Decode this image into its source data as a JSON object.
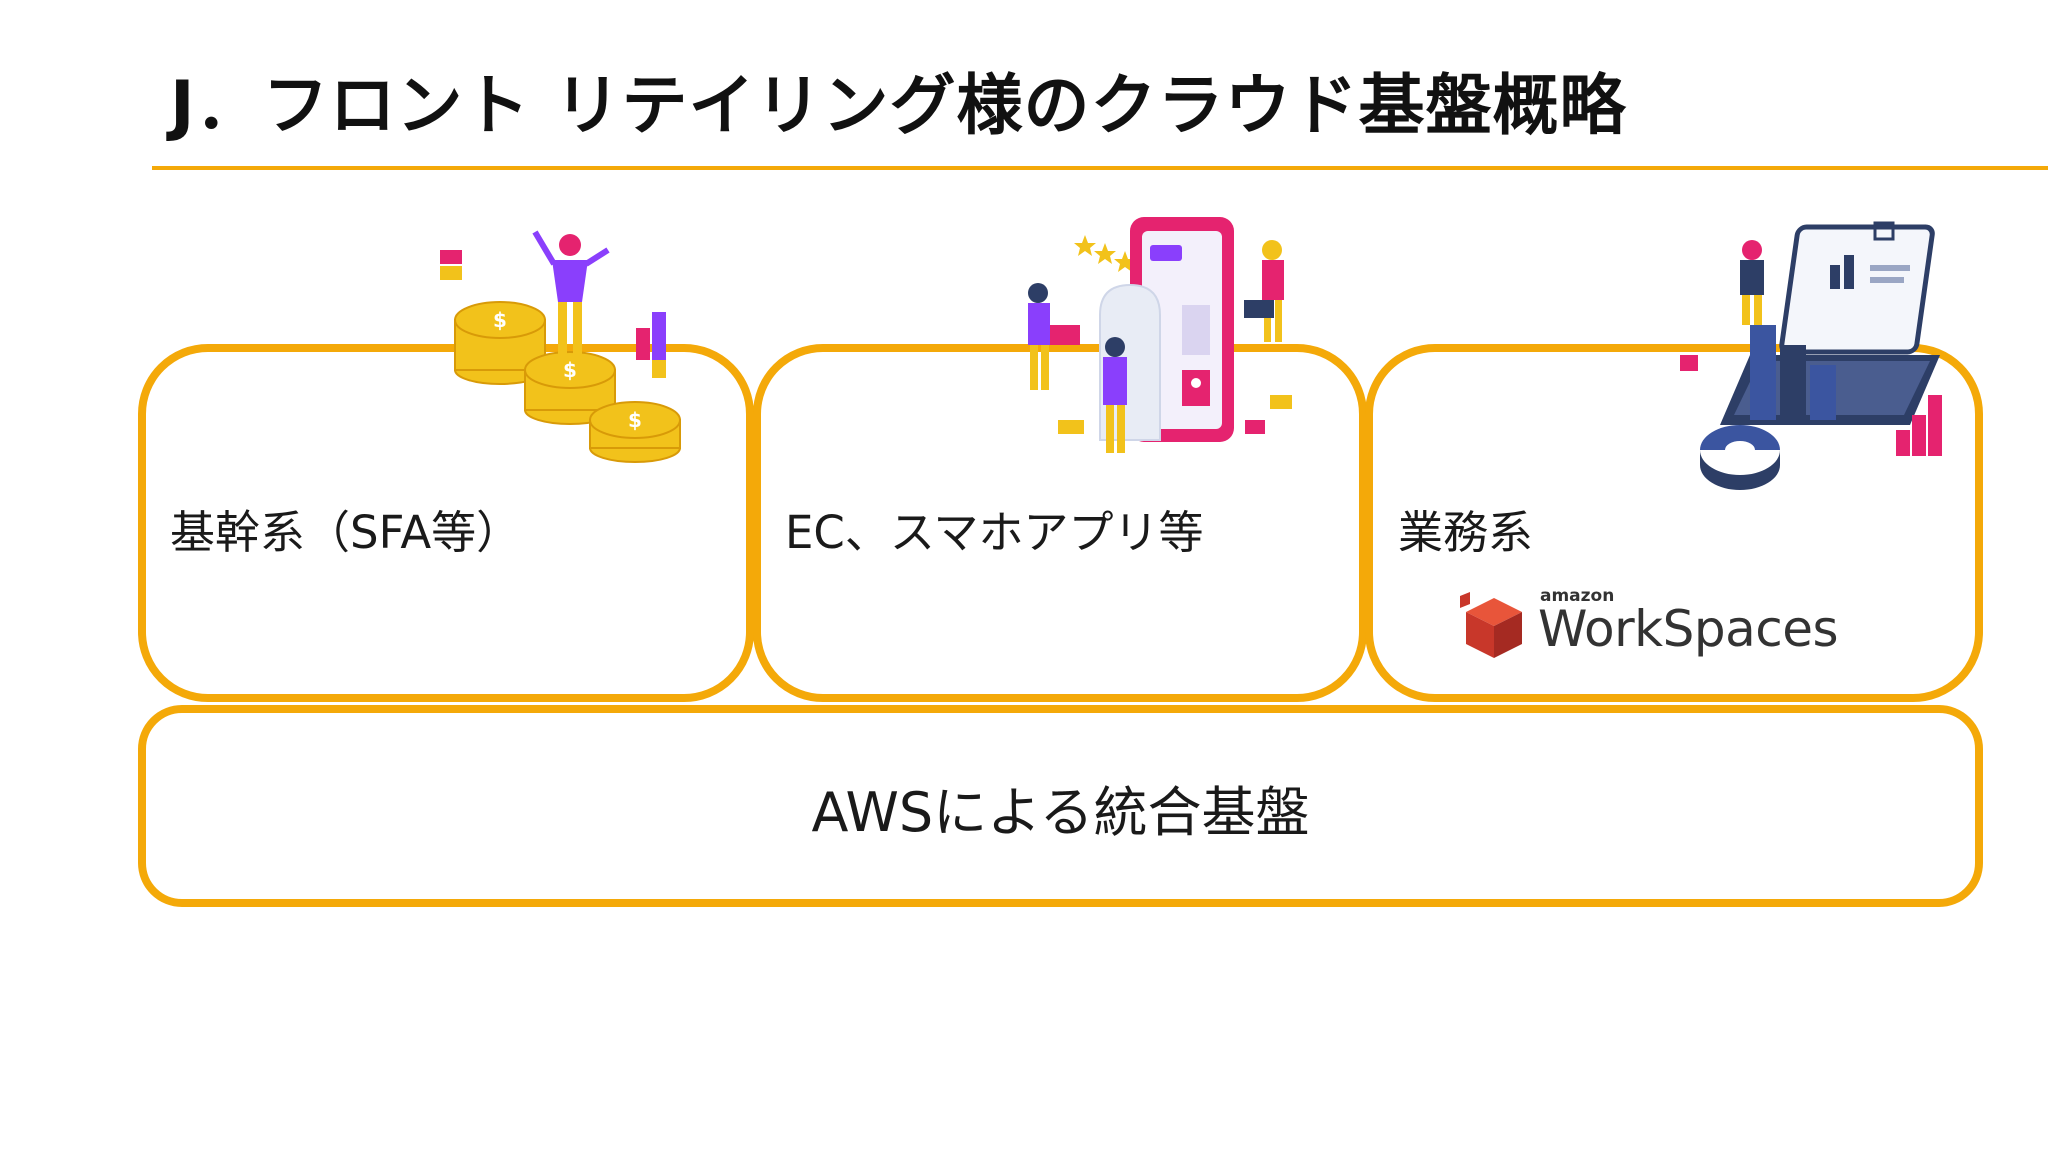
{
  "slide": {
    "title": "J．フロント リテイリング様のクラウド基盤概略"
  },
  "boxes": {
    "core": {
      "label": "基幹系（SFA等）",
      "illustration": "coins-person-illustration"
    },
    "ec": {
      "label": "EC、スマホアプリ等",
      "illustration": "mobile-app-illustration"
    },
    "biz": {
      "label": "業務系",
      "illustration": "laptop-analytics-illustration"
    },
    "base": {
      "label": "AWSによる統合基盤"
    }
  },
  "workspaces_logo": {
    "small_text": "amazon",
    "big_text": "WorkSpaces",
    "icon": "workspaces-cube-icon"
  },
  "colors": {
    "accent": "#f4a909",
    "purple": "#8a3ffc",
    "pink": "#e5236f",
    "gold": "#f2c21b",
    "navy": "#2d3e66"
  }
}
